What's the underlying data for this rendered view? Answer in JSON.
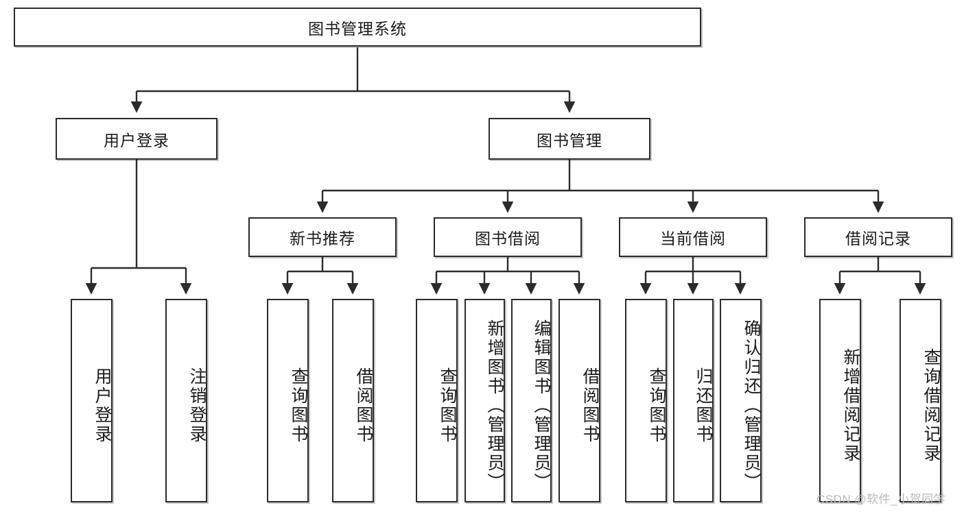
{
  "diagram": {
    "title": "图书管理系统",
    "watermark": "CSDN @软件_小贺同学",
    "theme": {
      "border": "#2b2b2b",
      "fill": "#ffffff",
      "text": "#1a1a1a",
      "line": "#2b2b2b",
      "watermark": "#b9b9b9"
    },
    "root": {
      "label": "图书管理系统"
    },
    "level2": [
      {
        "label": "用户登录"
      },
      {
        "label": "图书管理"
      }
    ],
    "level3": [
      {
        "label": "新书推荐"
      },
      {
        "label": "图书借阅"
      },
      {
        "label": "当前借阅"
      },
      {
        "label": "借阅记录"
      }
    ],
    "leaves": [
      {
        "label": "用户登录",
        "parent": "用户登录"
      },
      {
        "label": "注销登录",
        "parent": "用户登录"
      },
      {
        "label": "查询图书",
        "parent": "新书推荐"
      },
      {
        "label": "借阅图书",
        "parent": "新书推荐"
      },
      {
        "label": "查询图书",
        "parent": "图书借阅"
      },
      {
        "label": "新增图书（管理员）",
        "parent": "图书借阅"
      },
      {
        "label": "编辑图书（管理员）",
        "parent": "图书借阅"
      },
      {
        "label": "借阅图书",
        "parent": "图书借阅"
      },
      {
        "label": "查询图书",
        "parent": "当前借阅"
      },
      {
        "label": "归还图书",
        "parent": "当前借阅"
      },
      {
        "label": "确认归还（管理员）",
        "parent": "当前借阅"
      },
      {
        "label": "新增借阅记录",
        "parent": "借阅记录"
      },
      {
        "label": "查询借阅记录",
        "parent": "借阅记录"
      }
    ]
  },
  "chart_data": {
    "type": "diagram",
    "title": "图书管理系统",
    "nodes": [
      "图书管理系统",
      "用户登录",
      "图书管理",
      "新书推荐",
      "图书借阅",
      "当前借阅",
      "借阅记录",
      "用户登录",
      "注销登录",
      "查询图书",
      "借阅图书",
      "查询图书",
      "新增图书（管理员）",
      "编辑图书（管理员）",
      "借阅图书",
      "查询图书",
      "归还图书",
      "确认归还（管理员）",
      "新增借阅记录",
      "查询借阅记录"
    ],
    "edges": [
      [
        "图书管理系统",
        "用户登录"
      ],
      [
        "图书管理系统",
        "图书管理"
      ],
      [
        "用户登录",
        "用户登录"
      ],
      [
        "用户登录",
        "注销登录"
      ],
      [
        "图书管理",
        "新书推荐"
      ],
      [
        "图书管理",
        "图书借阅"
      ],
      [
        "图书管理",
        "当前借阅"
      ],
      [
        "图书管理",
        "借阅记录"
      ],
      [
        "新书推荐",
        "查询图书"
      ],
      [
        "新书推荐",
        "借阅图书"
      ],
      [
        "图书借阅",
        "查询图书"
      ],
      [
        "图书借阅",
        "新增图书（管理员）"
      ],
      [
        "图书借阅",
        "编辑图书（管理员）"
      ],
      [
        "图书借阅",
        "借阅图书"
      ],
      [
        "当前借阅",
        "查询图书"
      ],
      [
        "当前借阅",
        "归还图书"
      ],
      [
        "当前借阅",
        "确认归还（管理员）"
      ],
      [
        "借阅记录",
        "新增借阅记录"
      ],
      [
        "借阅记录",
        "查询借阅记录"
      ]
    ]
  }
}
